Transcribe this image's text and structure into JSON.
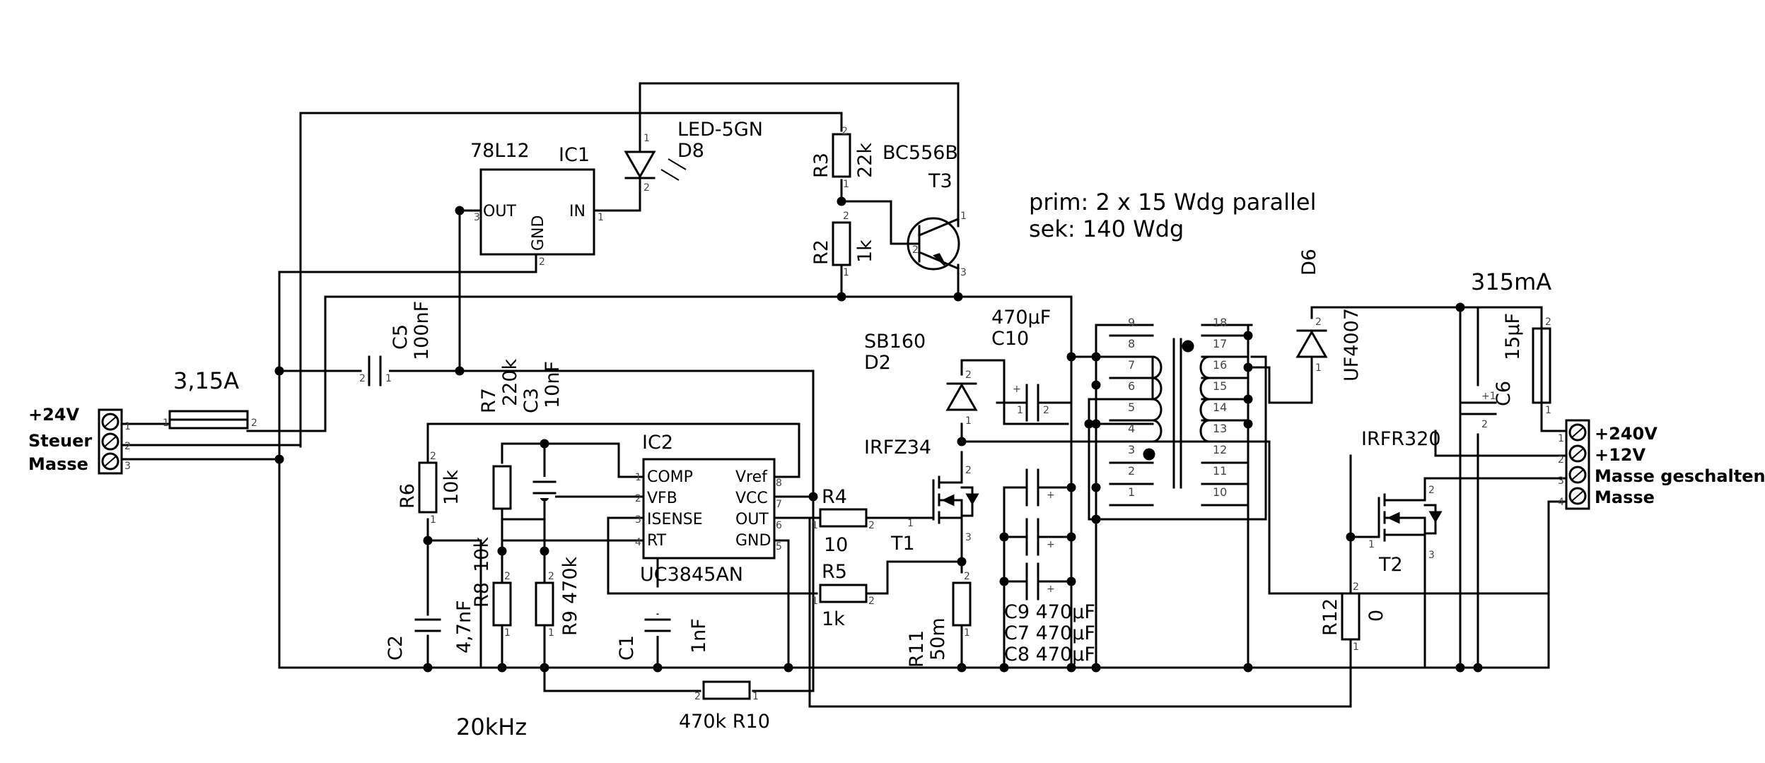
{
  "labels": {
    "fuse_in": "3,15A",
    "fuse_out": "315mA",
    "freq": "20kHz",
    "winding_primary": "prim: 2 x 15 Wdg parallel",
    "winding_secondary": "sek: 140 Wdg"
  },
  "connector_in": [
    "+24V",
    "Steuer",
    "Masse"
  ],
  "connector_out": [
    "+240V",
    "+12V",
    "Masse geschalten",
    "Masse"
  ],
  "components": {
    "ic1_type": "78L12",
    "ic1_ref": "IC1",
    "ic1_out": "OUT",
    "ic1_gnd": "GND",
    "ic1_in": "IN",
    "d8_type": "LED-5GN",
    "d8_ref": "D8",
    "r3_ref": "R3",
    "r3_val": "22k",
    "r2_ref": "R2",
    "r2_val": "1k",
    "t3_type": "BC556B",
    "t3_ref": "T3",
    "c5_ref": "C5",
    "c5_val": "100nF",
    "r7_ref": "R7",
    "r7_val": "220k",
    "c3_ref": "C3",
    "c3_val": "10nF",
    "c10_val": "470µF",
    "c10_ref": "C10",
    "d2_type": "SB160",
    "d2_ref": "D2",
    "t1_type": "IRFZ34",
    "t1_ref": "T1",
    "ic2_ref": "IC2",
    "ic2_type": "UC3845AN",
    "ic2_comp": "COMP",
    "ic2_vfb": "VFB",
    "ic2_isense": "ISENSE",
    "ic2_rt": "RT",
    "ic2_vref": "Vref",
    "ic2_vcc": "VCC",
    "ic2_out": "OUT",
    "ic2_gnd": "GND",
    "r6_ref": "R6",
    "r6_val": "10k",
    "r8_ref": "R8",
    "r8_val": "10k",
    "r9_ref": "R9",
    "r9_val": "470k",
    "c2_ref": "C2",
    "c2_val": "4,7nF",
    "c1_ref": "C1",
    "c1_val": "1nF",
    "r4_ref": "R4",
    "r4_val": "10",
    "r5_ref": "R5",
    "r5_val": "1k",
    "r11_ref": "R11",
    "r11_val": "50m",
    "c9_line": "C9 470µF",
    "c7_line": "C7 470µF",
    "c8_line": "C8 470µF",
    "r10_line": "470k R10",
    "d6_ref": "D6",
    "d6_type": "UF4007",
    "c6_val": "15µF",
    "c6_ref": "C6",
    "t2_type": "IRFR320",
    "t2_ref": "T2",
    "r12_ref": "R12",
    "r12_val": "0"
  }
}
